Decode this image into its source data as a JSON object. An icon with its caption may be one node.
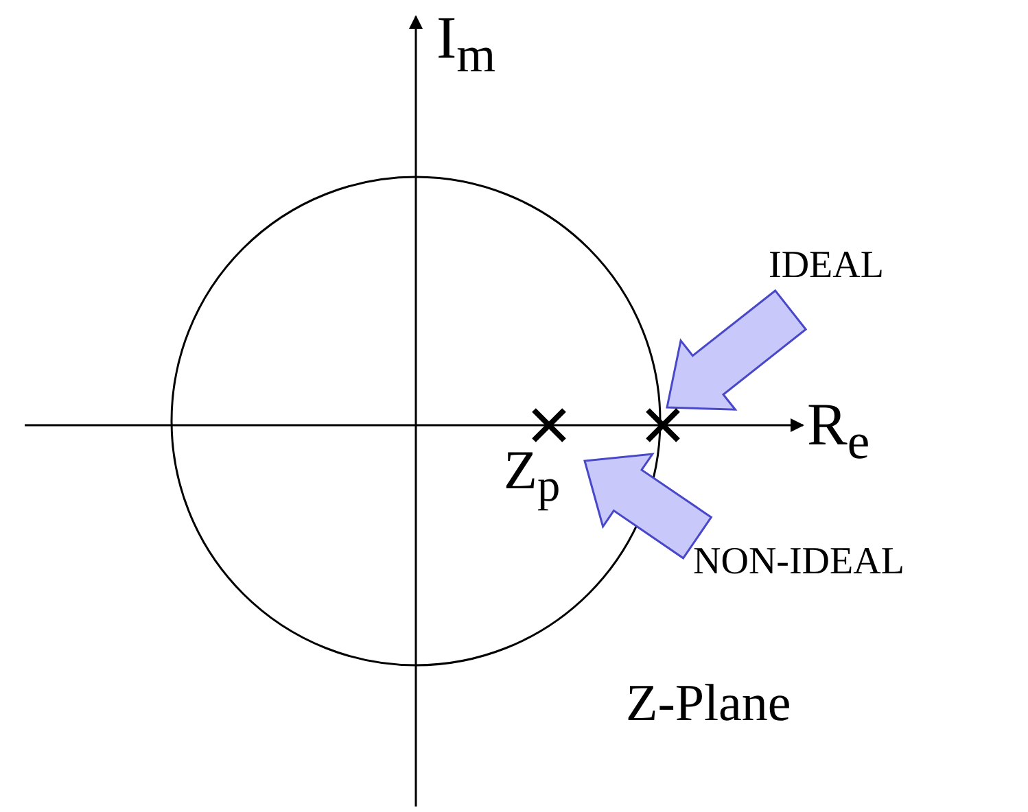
{
  "diagram": {
    "nodes": [
      {
        "text": [
          "IDEAL"
        ]
      },
      {
        "text": [
          "NON-IDEAL"
        ]
      },
      {
        "text": [],
        "shape": "cross"
      },
      {
        "text": [
          "Z$_{p}$"
        ]
      }
    ],
    "edges": [
      {
        "from": 0,
        "to": 2,
        "arrow": "to"
      },
      {
        "from": 1,
        "to": 3,
        "arrow": "to"
      }
    ],
    "labels": [
      "I$_{m}$",
      "R$_{e}$",
      "Z-Plane"
    ]
  }
}
